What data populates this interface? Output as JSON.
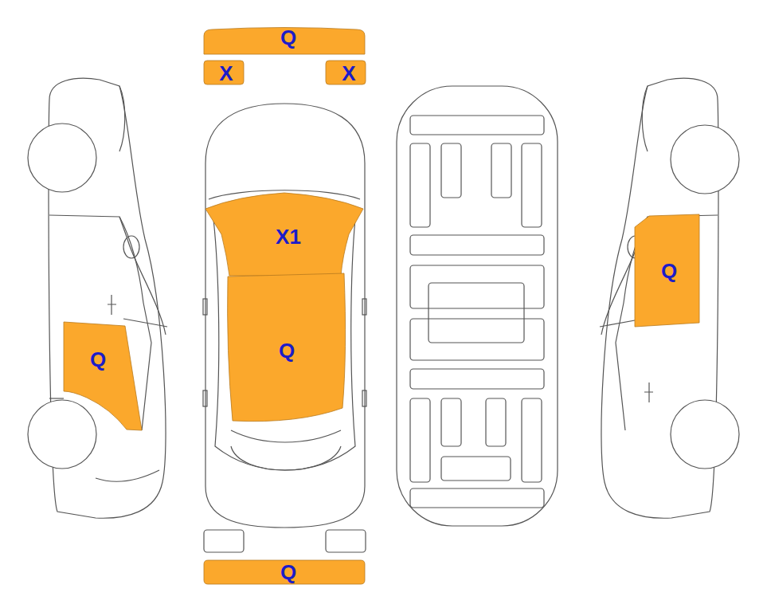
{
  "diagram": {
    "nodes": [
      {
        "text": [
          "Q"
        ]
      },
      {
        "text": [
          "X"
        ]
      },
      {
        "text": [
          "X"
        ]
      },
      {
        "text": [
          "X1"
        ]
      },
      {
        "text": [
          "Q"
        ]
      },
      {
        "text": [
          "Q"
        ]
      },
      {
        "text": [
          "Q"
        ]
      },
      {
        "text": [
          "Q"
        ]
      }
    ]
  }
}
